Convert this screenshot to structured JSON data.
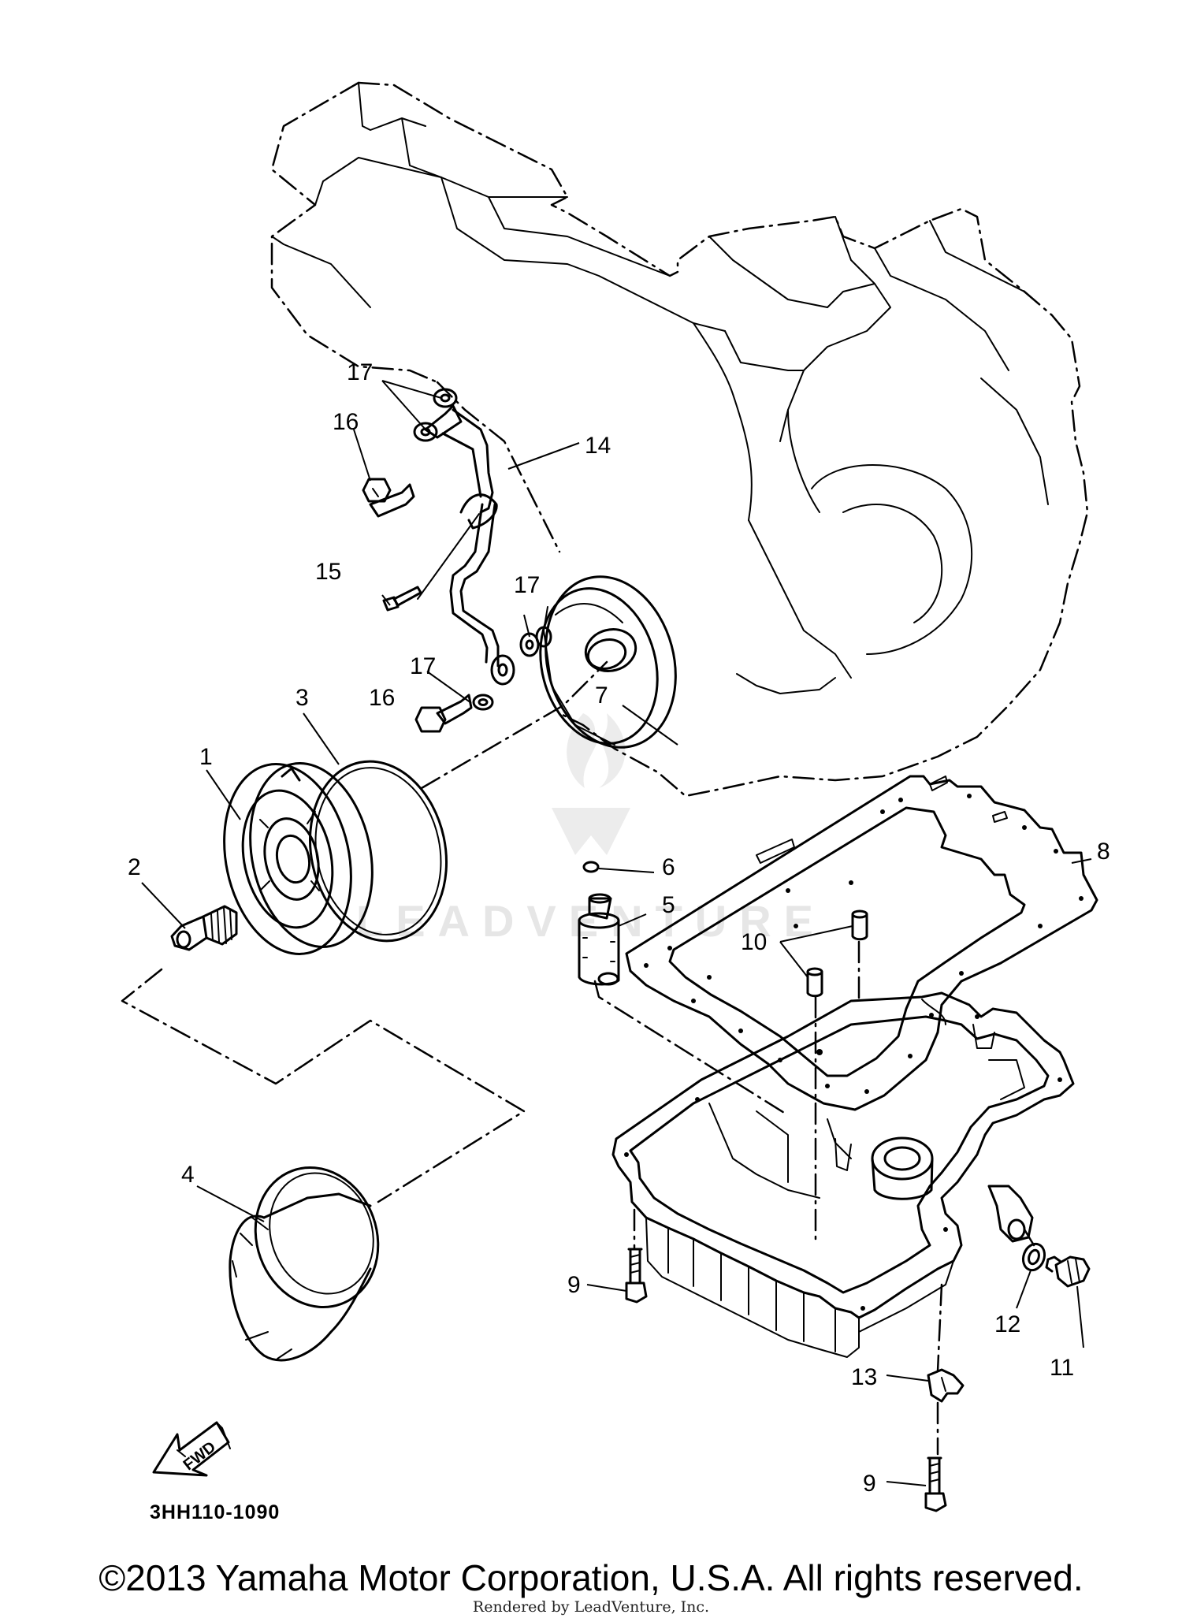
{
  "callouts": {
    "c1": "1",
    "c2": "2",
    "c3": "3",
    "c4": "4",
    "c5": "5",
    "c6": "6",
    "c7": "7",
    "c8": "8",
    "c9a": "9",
    "c9b": "9",
    "c10": "10",
    "c11": "11",
    "c12": "12",
    "c13": "13",
    "c14": "14",
    "c15": "15",
    "c16a": "16",
    "c16b": "16",
    "c17a": "17",
    "c17b": "17",
    "c17c": "17"
  },
  "fwd_label": "FWD",
  "diagram_code": "3HH110-1090",
  "watermark_text": "LEADVENTURE",
  "copyright": "©2013 Yamaha Motor Corporation, U.S.A. All rights reserved.",
  "render_note": "Rendered by LeadVenture, Inc."
}
